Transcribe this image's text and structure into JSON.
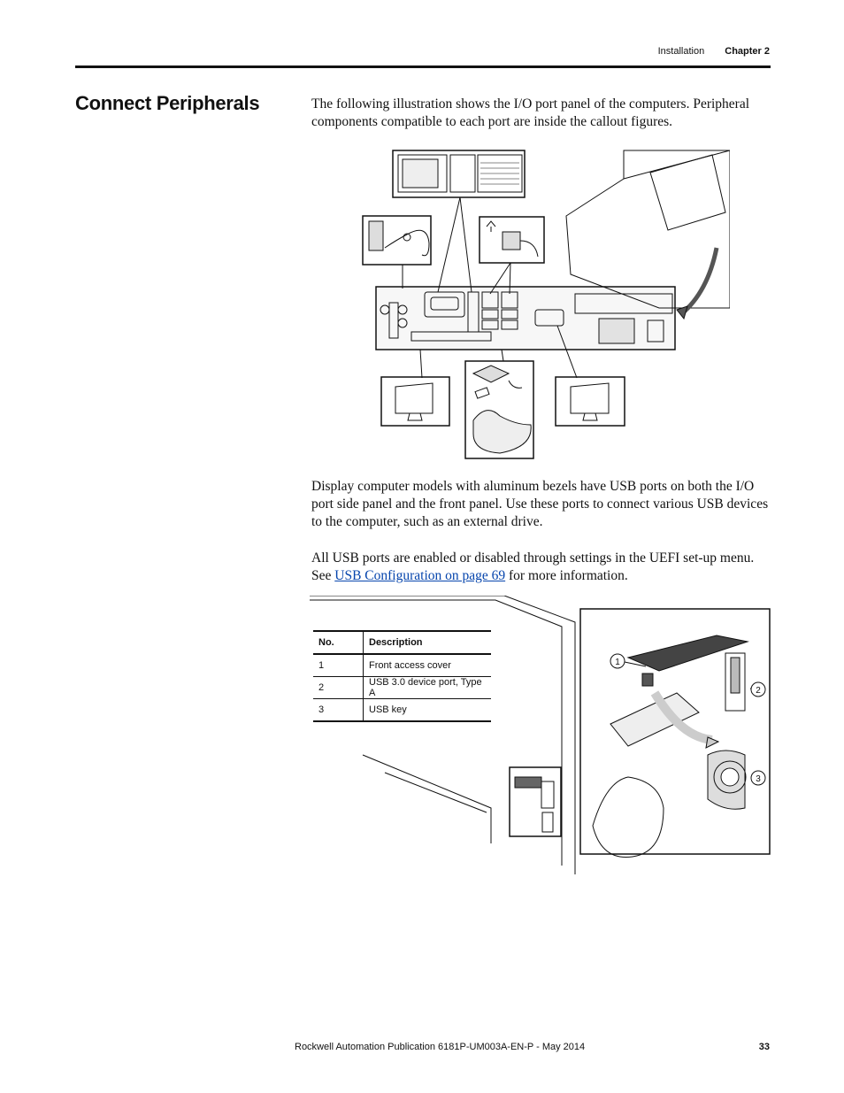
{
  "header": {
    "section": "Installation",
    "chapter": "Chapter 2"
  },
  "title": "Connect Peripherals",
  "intro": "The following illustration shows the I/O port panel of the computers. Peripheral components compatible to each port are inside the callout figures.",
  "para2": "Display computer models with aluminum bezels have USB ports on both the I/O port side panel and the front panel. Use these ports to connect various USB devices to the computer, such as an external drive.",
  "para3": {
    "before": "All USB ports are enabled or disabled through settings in the UEFI set-up menu. See ",
    "link": "USB Configuration on page 69",
    "after": " for more information."
  },
  "table": {
    "headers": [
      "No.",
      "Description"
    ],
    "rows": [
      [
        "1",
        "Front access cover"
      ],
      [
        "2",
        "USB 3.0 device port, Type A"
      ],
      [
        "3",
        "USB key"
      ]
    ]
  },
  "callouts": [
    "1",
    "2",
    "3"
  ],
  "footer": {
    "publication": "Rockwell Automation Publication 6181P-UM003A-EN-P - May 2014",
    "page": "33"
  }
}
